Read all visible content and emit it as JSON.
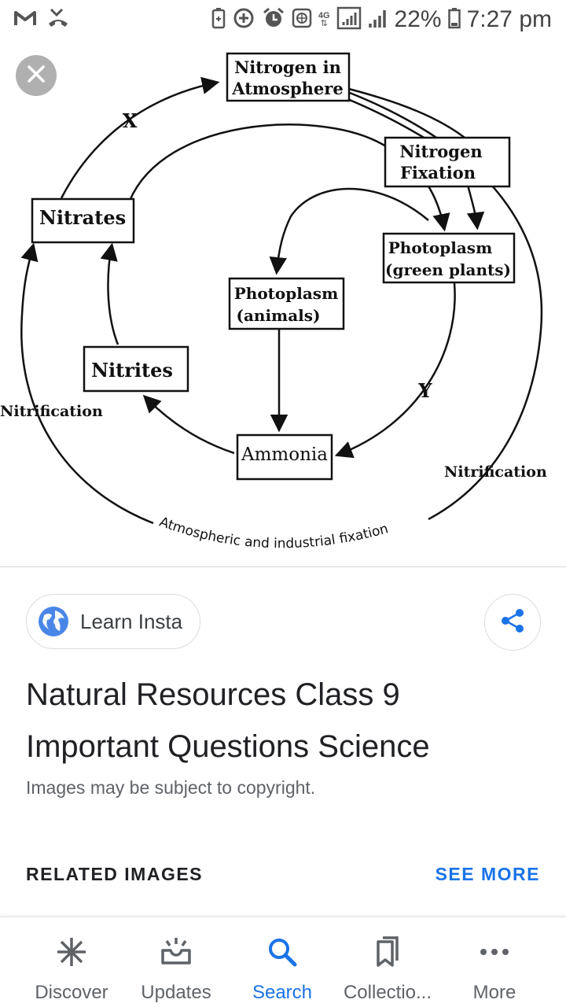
{
  "status_bar": {
    "battery_percent": "22%",
    "time": "7:27 pm",
    "network_type": "4G",
    "icons": [
      "gmail-icon",
      "missed-call-icon",
      "battery-saver-icon",
      "data-saver-icon",
      "alarm-icon",
      "vpn-icon",
      "wifi-signal-icon",
      "cell-signal-icon",
      "battery-icon"
    ]
  },
  "viewer": {
    "close_icon": "close-icon"
  },
  "diagram": {
    "nodes": {
      "atmosphere_1": "Nitrogen in",
      "atmosphere_2": "Atmosphere",
      "fixation_1": "Nitrogen",
      "fixation_2": "Fixation",
      "plants_1": "Photoplasm",
      "plants_2": "(green plants)",
      "animals_1": "Photoplasm",
      "animals_2": "(animals)",
      "nitrates": "Nitrates",
      "nitrites": "Nitrites",
      "ammonia": "Ammonia"
    },
    "labels": {
      "x": "X",
      "y": "Y",
      "nitrification_left": "Nitrification",
      "nitrification_right": "Nitrification",
      "bottom_arc": "Atmospheric and industrial fixation"
    }
  },
  "info": {
    "source_name": "Learn Insta",
    "title": "Natural Resources Class 9 Important Questions Science",
    "copyright": "Images may be subject to copyright.",
    "related_title": "RELATED IMAGES",
    "see_more": "SEE MORE"
  },
  "nav": {
    "items": [
      {
        "label": "Discover",
        "icon": "asterisk-icon",
        "active": false
      },
      {
        "label": "Updates",
        "icon": "updates-icon",
        "active": false
      },
      {
        "label": "Search",
        "icon": "search-icon",
        "active": true
      },
      {
        "label": "Collectio...",
        "icon": "bookmark-icon",
        "active": false
      },
      {
        "label": "More",
        "icon": "more-dots-icon",
        "active": false
      }
    ]
  },
  "colors": {
    "accent": "#1a73e8",
    "text_primary": "#202124",
    "text_secondary": "#5f6368",
    "close_bg": "#b0b0b0"
  }
}
